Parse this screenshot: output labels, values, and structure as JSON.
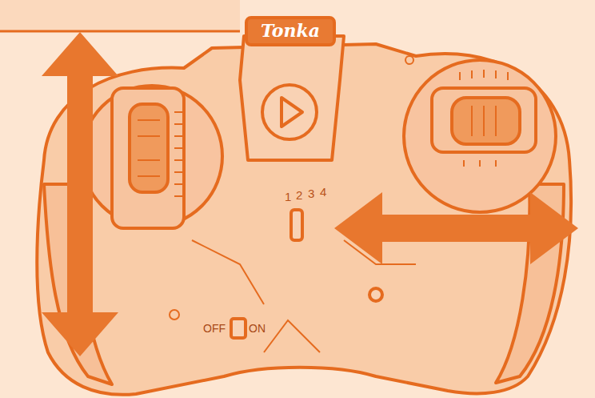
{
  "diagram": {
    "labels": [
      "Tonka",
      "1",
      "2",
      "3",
      "4",
      "OFF",
      "ON"
    ]
  }
}
